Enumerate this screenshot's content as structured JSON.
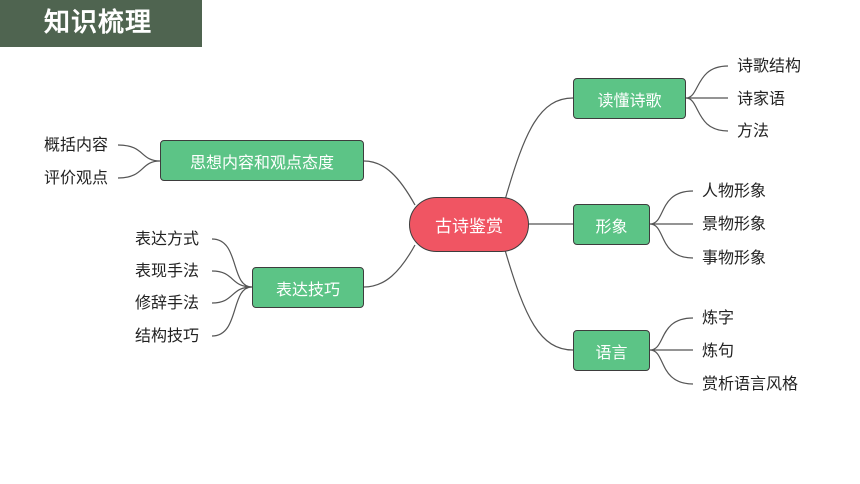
{
  "title": "知识梳理",
  "center": "古诗鉴赏",
  "branches": [
    {
      "label": "读懂诗歌",
      "items": [
        "诗歌结构",
        "诗家语",
        "方法"
      ]
    },
    {
      "label": "形象",
      "items": [
        "人物形象",
        "景物形象",
        "事物形象"
      ]
    },
    {
      "label": "语言",
      "items": [
        "炼字",
        "炼句",
        "赏析语言风格"
      ]
    },
    {
      "label": "思想内容和观点态度",
      "items": [
        "概括内容",
        "评价观点"
      ]
    },
    {
      "label": "表达技巧",
      "items": [
        "表达方式",
        "表现手法",
        "修辞手法",
        "结构技巧"
      ]
    }
  ],
  "colors": {
    "title_bg": "#4f6450",
    "branch_fill": "#5cc486",
    "center_fill": "#f05563",
    "line": "#555555"
  }
}
